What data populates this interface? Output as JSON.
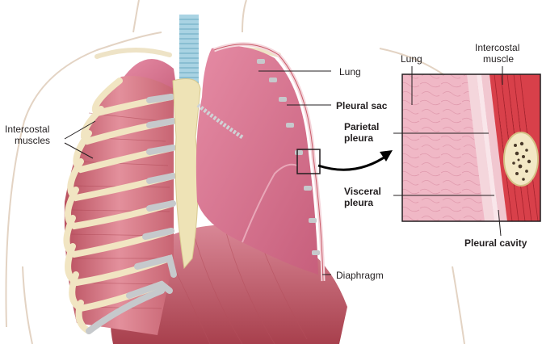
{
  "colors": {
    "skin_outline": "#e3d3c3",
    "lung": "#d9748f",
    "lung_light": "#eb9bb0",
    "muscle": "#c95a68",
    "muscle_dark": "#a8404d",
    "rib": "#f1e5c2",
    "cartilage": "#c6c9cc",
    "trachea": "#a9d3e3",
    "esophagus": "#eee3b6",
    "pleura_line": "#f4d6dc",
    "intercostal_red": "#d8404a",
    "leader": "#231f20"
  },
  "labels": {
    "lung": "Lung",
    "pleural_sac": "Pleural sac",
    "parietal_pleura": [
      "Parietal",
      "pleura"
    ],
    "visceral_pleura": [
      "Visceral",
      "pleura"
    ],
    "diaphragm": "Diaphragm",
    "intercostal_muscles": [
      "Intercostal",
      "muscles"
    ],
    "inset_lung": "Lung",
    "inset_intercostal_muscle": [
      "Intercostal",
      "muscle"
    ],
    "pleural_cavity": "Pleural cavity"
  }
}
